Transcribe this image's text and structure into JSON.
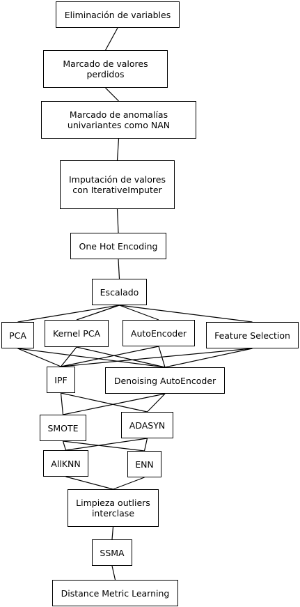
{
  "diagram": {
    "nodes": {
      "eliminacion": "Eliminación de variables",
      "marcado_perdidos": "Marcado de valores perdidos",
      "marcado_anomalias": "Marcado de anomalías\nunivariantes como NAN",
      "imputacion": "Imputación de valores\ncon IterativeImputer",
      "onehot": "One Hot Encoding",
      "escalado": "Escalado",
      "pca": "PCA",
      "kernel_pca": "Kernel PCA",
      "autoencoder": "AutoEncoder",
      "feature_selection": "Feature Selection",
      "ipf": "IPF",
      "denoising": "Denoising AutoEncoder",
      "smote": "SMOTE",
      "adasyn": "ADASYN",
      "allknn": "AllKNN",
      "enn": "ENN",
      "limpieza": "Limpieza outliers\ninterclase",
      "ssma": "SSMA",
      "dml": "Distance Metric Learning"
    },
    "edges": [
      [
        "eliminacion",
        "marcado_perdidos"
      ],
      [
        "marcado_perdidos",
        "marcado_anomalias"
      ],
      [
        "marcado_anomalias",
        "imputacion"
      ],
      [
        "imputacion",
        "onehot"
      ],
      [
        "onehot",
        "escalado"
      ],
      [
        "escalado",
        "pca"
      ],
      [
        "escalado",
        "kernel_pca"
      ],
      [
        "escalado",
        "autoencoder"
      ],
      [
        "escalado",
        "feature_selection"
      ],
      [
        "pca",
        "ipf"
      ],
      [
        "pca",
        "denoising"
      ],
      [
        "kernel_pca",
        "ipf"
      ],
      [
        "kernel_pca",
        "denoising"
      ],
      [
        "autoencoder",
        "ipf"
      ],
      [
        "autoencoder",
        "denoising"
      ],
      [
        "feature_selection",
        "ipf"
      ],
      [
        "feature_selection",
        "denoising"
      ],
      [
        "ipf",
        "smote"
      ],
      [
        "ipf",
        "adasyn"
      ],
      [
        "denoising",
        "smote"
      ],
      [
        "denoising",
        "adasyn"
      ],
      [
        "smote",
        "allknn"
      ],
      [
        "smote",
        "enn"
      ],
      [
        "adasyn",
        "allknn"
      ],
      [
        "adasyn",
        "enn"
      ],
      [
        "allknn",
        "limpieza"
      ],
      [
        "enn",
        "limpieza"
      ],
      [
        "limpieza",
        "ssma"
      ],
      [
        "ssma",
        "dml"
      ]
    ]
  }
}
